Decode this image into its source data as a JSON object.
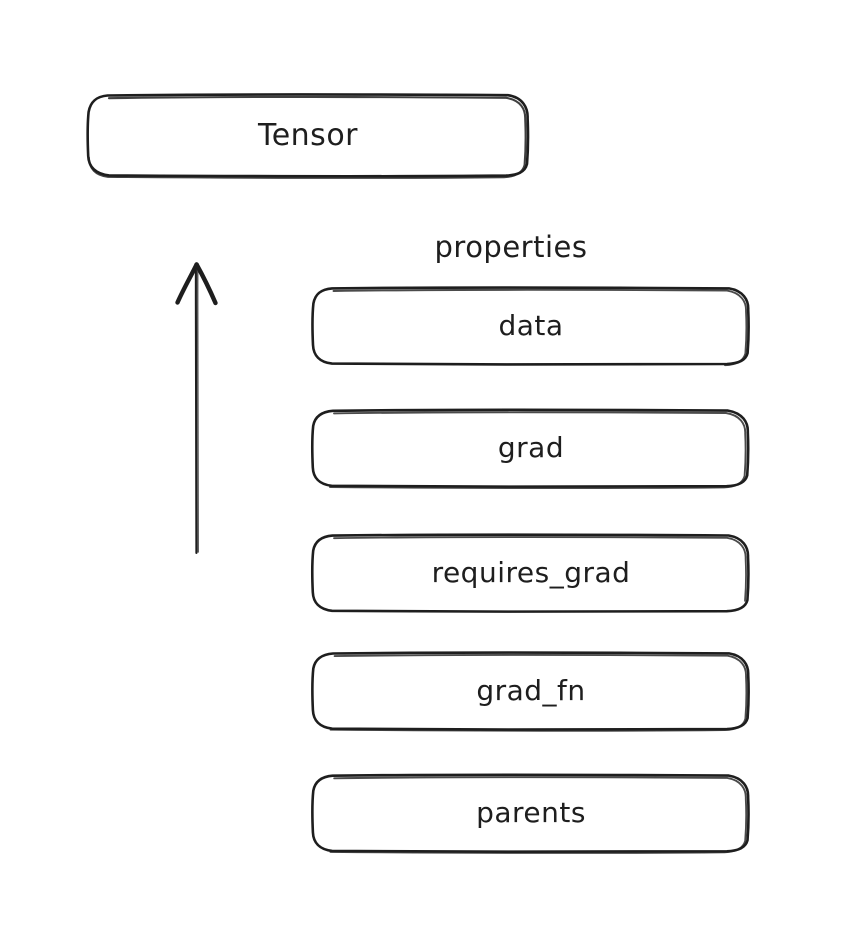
{
  "diagram": {
    "title_node": {
      "label": "Tensor",
      "shape": "rounded-rectangle",
      "style": "hand-drawn"
    },
    "group_caption": "properties",
    "arrow": {
      "direction": "up",
      "semantic": "points-from-properties-group-to-tensor"
    },
    "properties": [
      {
        "label": "data"
      },
      {
        "label": "grad"
      },
      {
        "label": "requires_grad"
      },
      {
        "label": "grad_fn"
      },
      {
        "label": "parents"
      }
    ],
    "colors": {
      "stroke": "#1e1e1e",
      "background": "#ffffff",
      "text": "#1e1e1e"
    }
  }
}
